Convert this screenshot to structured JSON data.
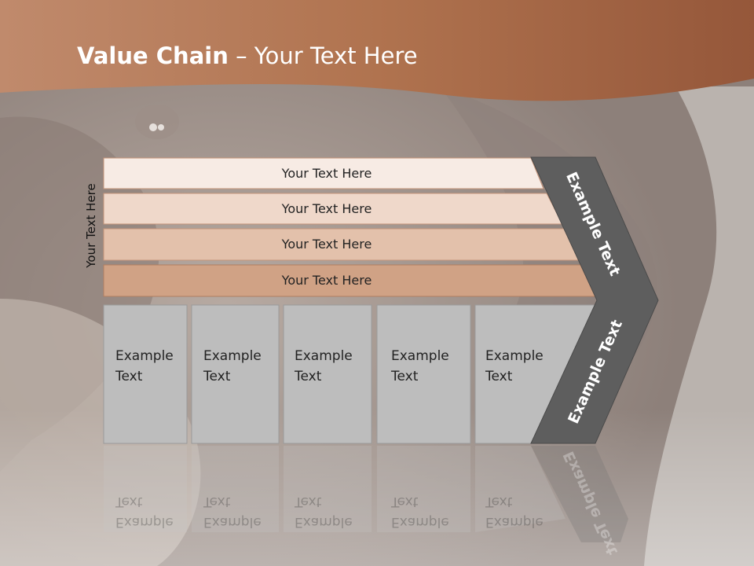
{
  "title": {
    "bold": "Value Chain",
    "rest": " – Your Text Here"
  },
  "side_label": "Your Text Here",
  "rows": [
    "Your Text Here",
    "Your Text Here",
    "Your Text Here",
    "Your Text Here"
  ],
  "boxes": [
    {
      "line1": "Example",
      "line2": "Text"
    },
    {
      "line1": "Example",
      "line2": "Text"
    },
    {
      "line1": "Example",
      "line2": "Text"
    },
    {
      "line1": "Example",
      "line2": "Text"
    },
    {
      "line1": "Example",
      "line2": "Text"
    }
  ],
  "arrow_labels": {
    "upper": "Example Text",
    "lower": "Example Text"
  },
  "colors": {
    "header": "#a5684a",
    "row1": "#f7ebe4",
    "row2": "#efd8ca",
    "row3": "#e3c1ab",
    "row4": "#d0a285",
    "box": "#bdbdbd",
    "arrow": "#5e5e5e"
  }
}
